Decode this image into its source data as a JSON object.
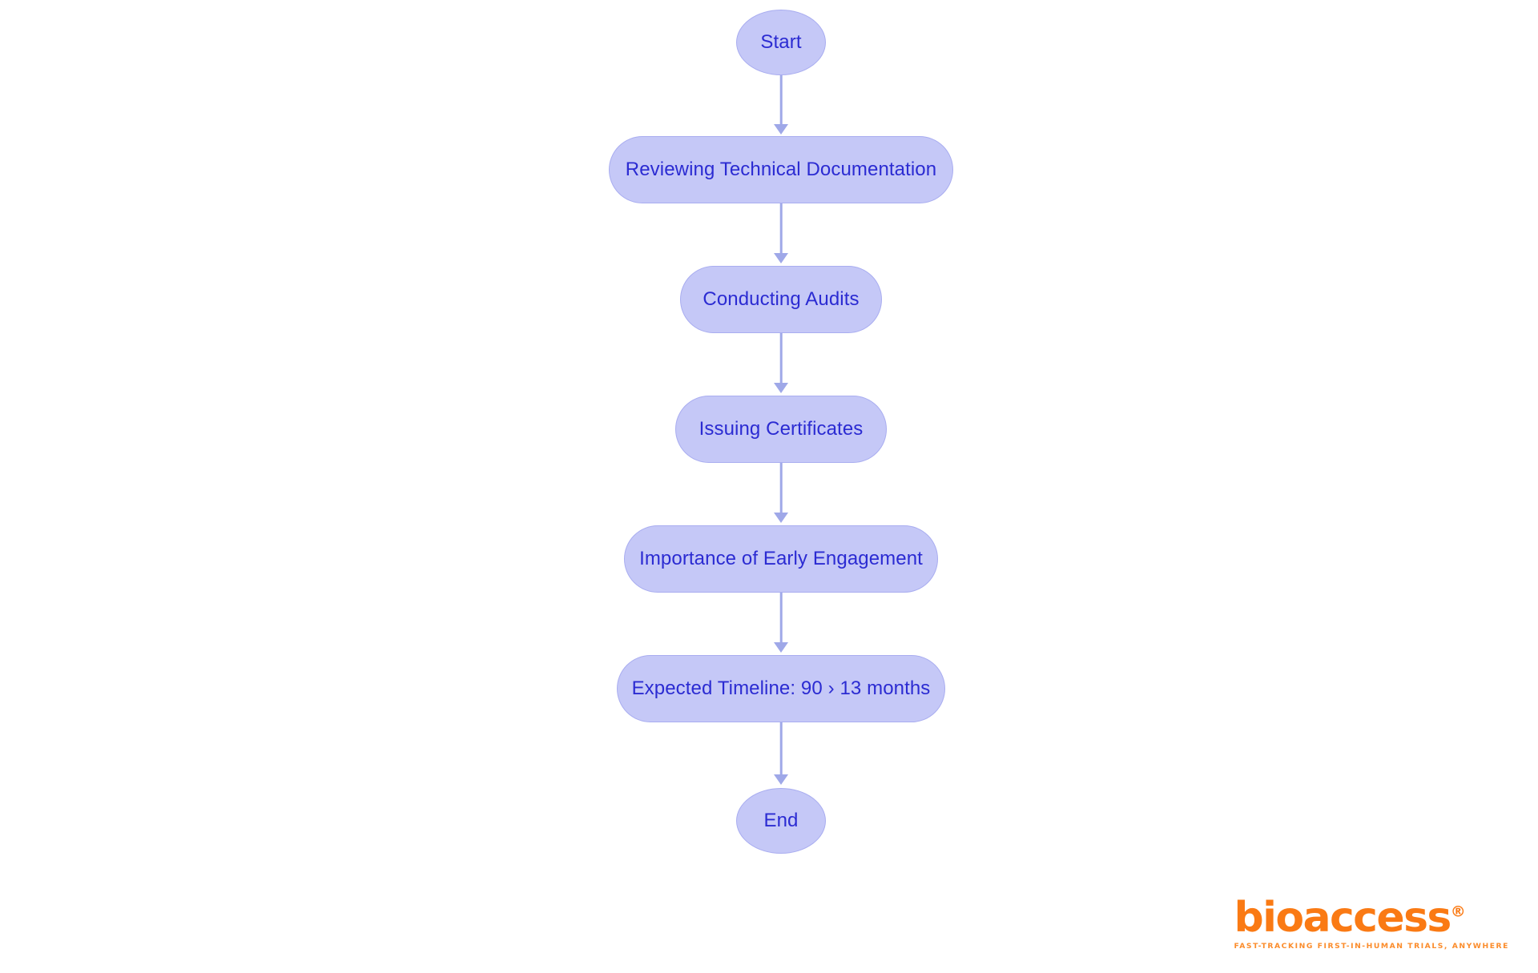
{
  "diagram": {
    "type": "flowchart",
    "orientation": "top-to-bottom",
    "background_color": "#ffffff",
    "node_fill_color": "#c5c8f7",
    "node_border_color": "#a9adf0",
    "node_text_color": "#2b2bd2",
    "connector_color": "#9fa8e8",
    "nodes": [
      {
        "id": "start",
        "label": "Start",
        "shape": "terminator"
      },
      {
        "id": "review-docs",
        "label": "Reviewing Technical Documentation",
        "shape": "process"
      },
      {
        "id": "audits",
        "label": "Conducting Audits",
        "shape": "process"
      },
      {
        "id": "certs",
        "label": "Issuing Certificates",
        "shape": "process"
      },
      {
        "id": "engagement",
        "label": "Importance of Early Engagement",
        "shape": "process"
      },
      {
        "id": "timeline",
        "label": "Expected Timeline: 90 › 13 months",
        "shape": "process"
      },
      {
        "id": "end",
        "label": "End",
        "shape": "terminator"
      }
    ],
    "edges": [
      {
        "from": "start",
        "to": "review-docs",
        "arrow": "down"
      },
      {
        "from": "review-docs",
        "to": "audits",
        "arrow": "down"
      },
      {
        "from": "audits",
        "to": "certs",
        "arrow": "down"
      },
      {
        "from": "certs",
        "to": "engagement",
        "arrow": "down"
      },
      {
        "from": "engagement",
        "to": "timeline",
        "arrow": "down"
      },
      {
        "from": "timeline",
        "to": "end",
        "arrow": "down"
      }
    ]
  },
  "branding": {
    "wordmark": "bioaccess",
    "registered_mark": "®",
    "tagline": "FAST-TRACKING FIRST-IN-HUMAN TRIALS, ANYWHERE",
    "brand_color": "#fa7a14"
  }
}
